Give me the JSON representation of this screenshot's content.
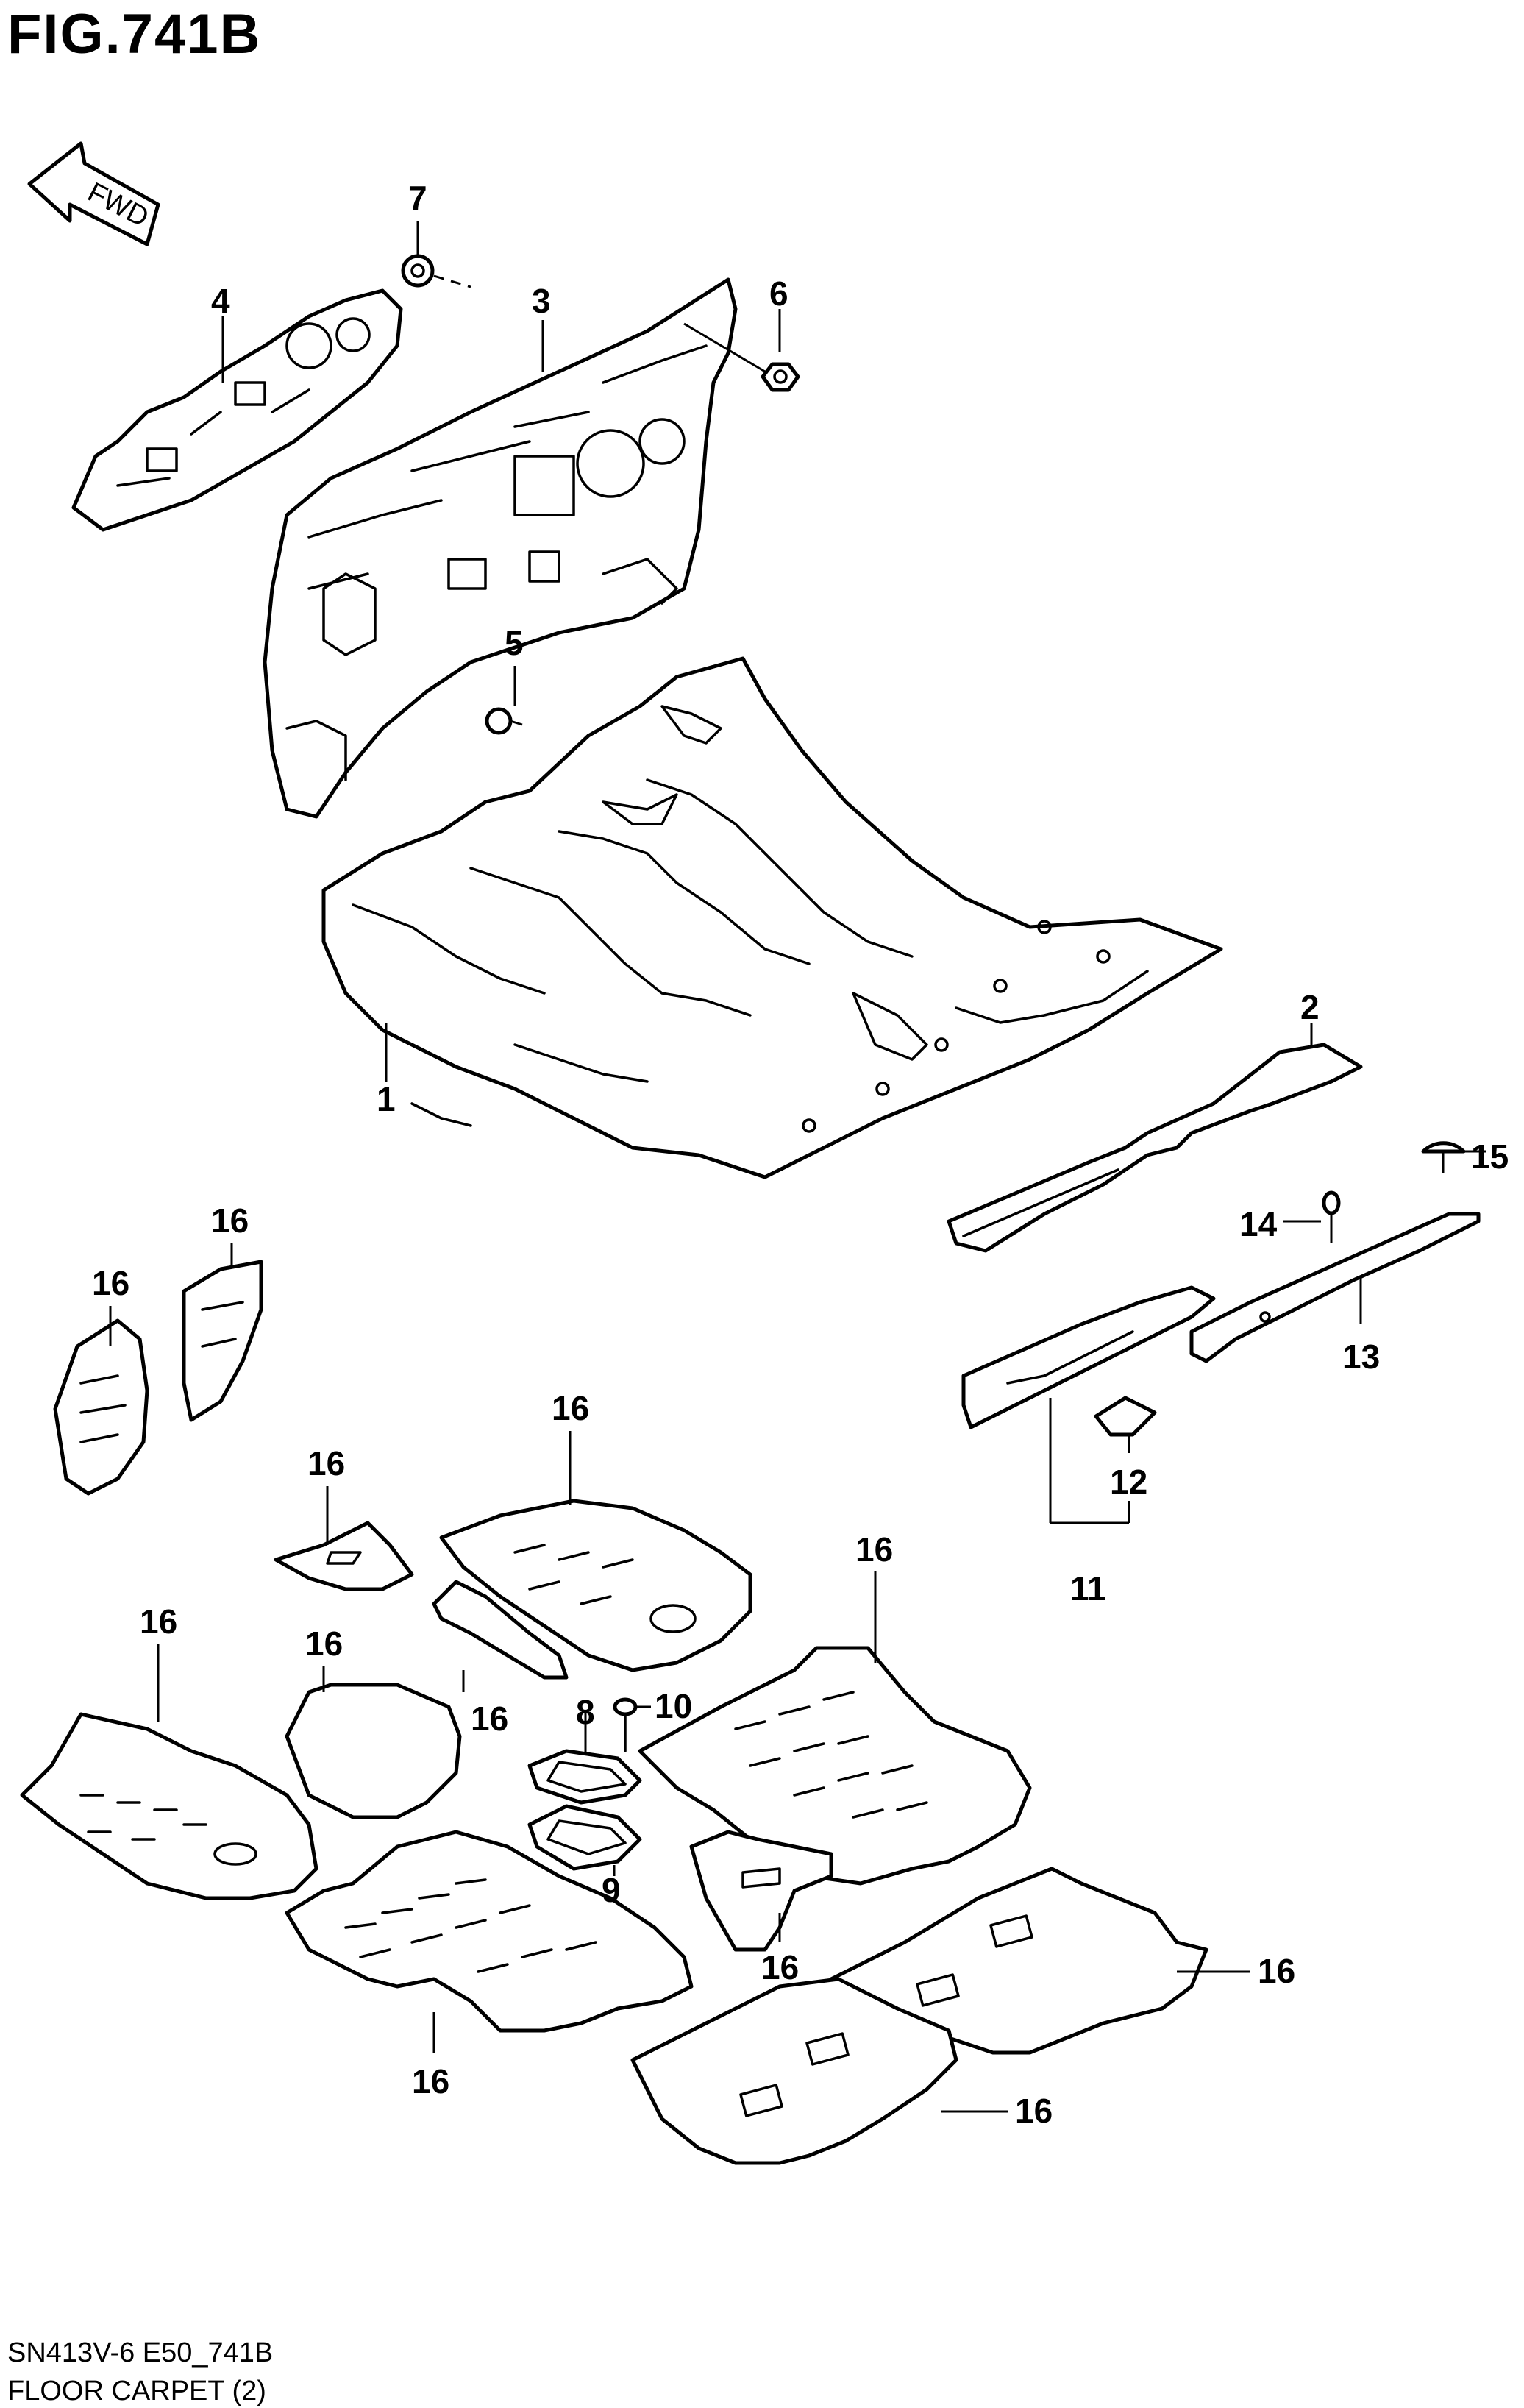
{
  "figure": {
    "title": "FIG.741B",
    "direction_label": "FWD",
    "code": "SN413V-6 E50_741B",
    "caption": "FLOOR CARPET (2)"
  },
  "callouts": {
    "c1": "1",
    "c2": "2",
    "c3": "3",
    "c4": "4",
    "c5": "5",
    "c6": "6",
    "c7": "7",
    "c8": "8",
    "c9": "9",
    "c10": "10",
    "c11": "11",
    "c12": "12",
    "c13": "13",
    "c14": "14",
    "c15": "15",
    "c16": "16"
  },
  "colors": {
    "line": "#000000",
    "background": "#ffffff"
  }
}
